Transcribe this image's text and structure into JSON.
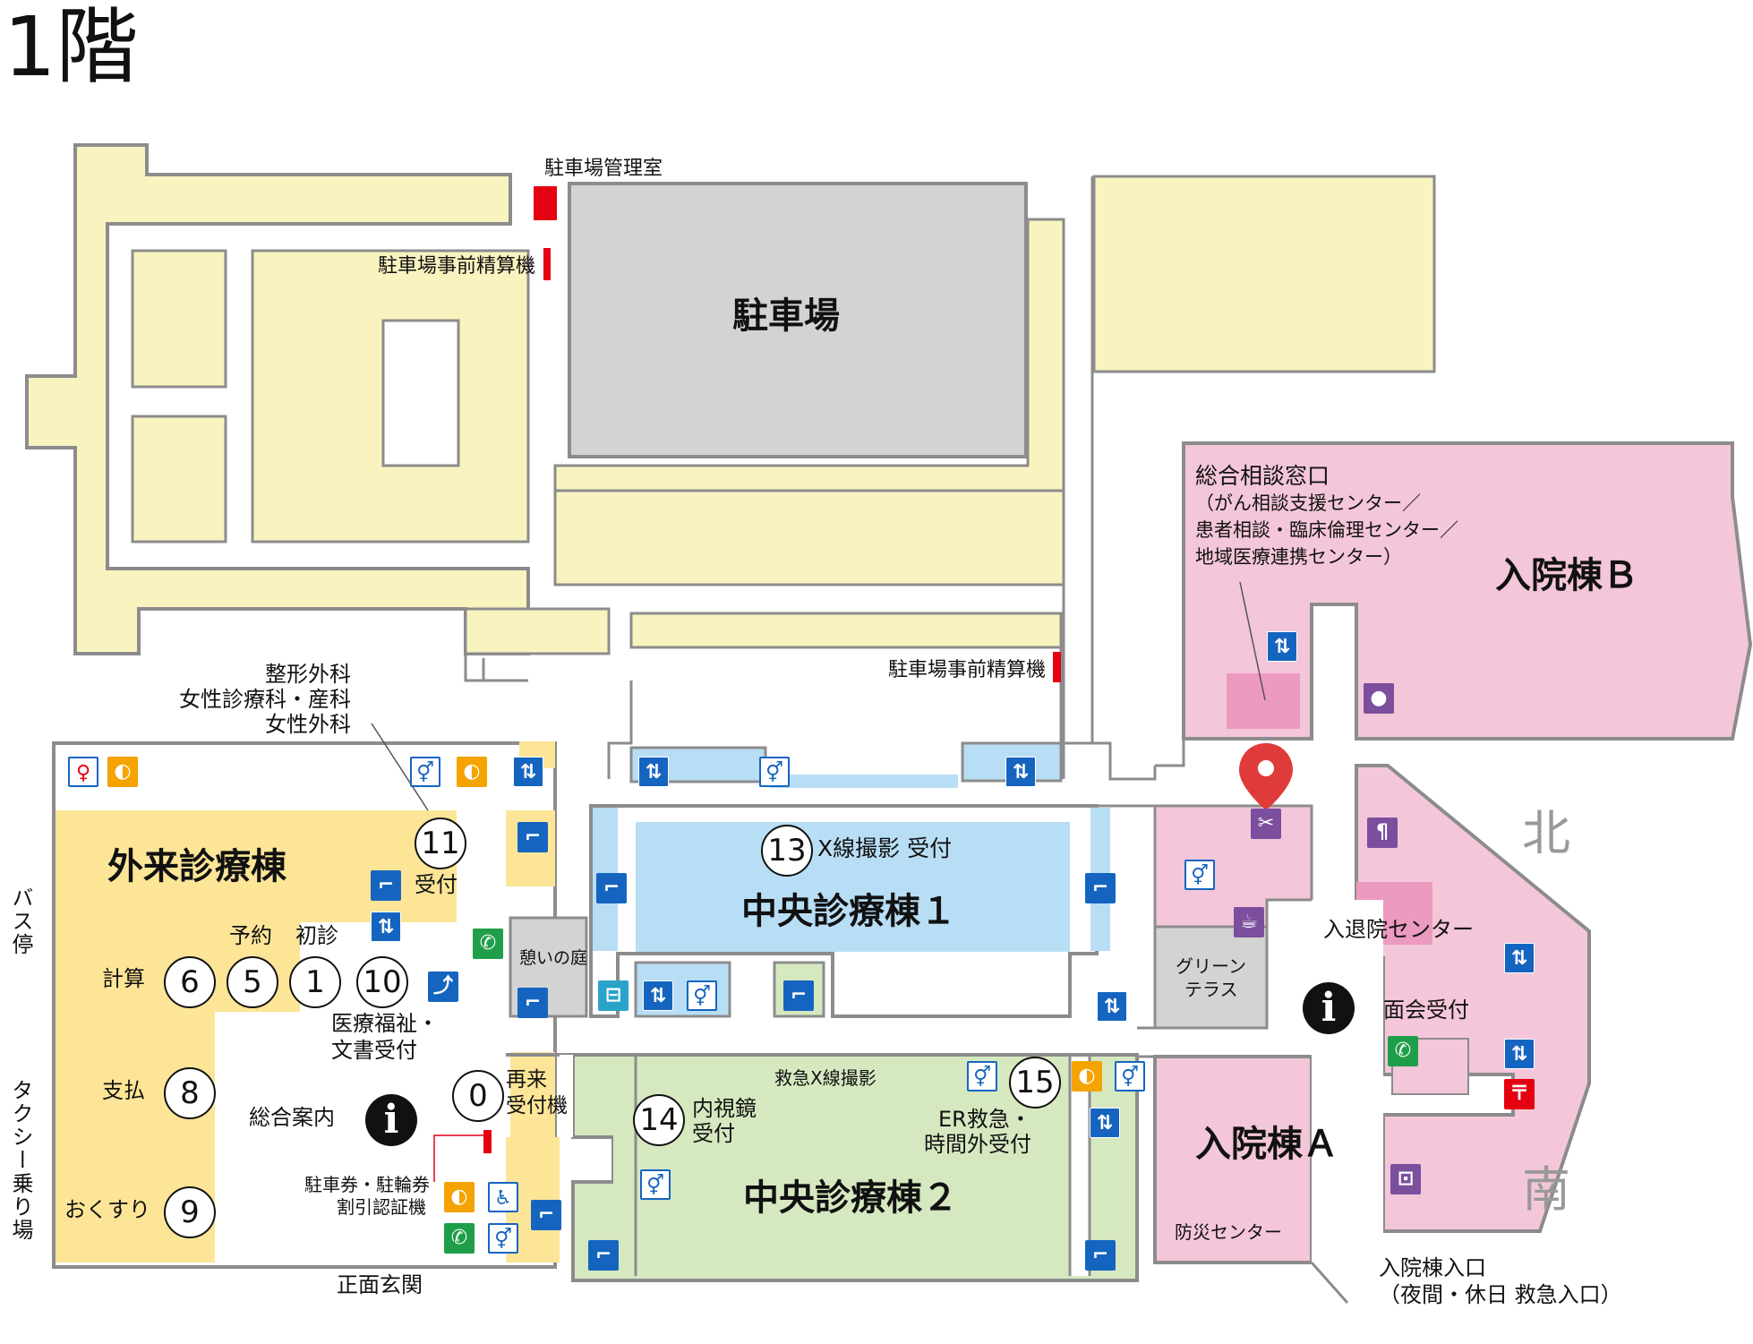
{
  "floor_title": "1階",
  "directions": {
    "north": "北",
    "south": "南"
  },
  "buildings": {
    "parking": "駐車場",
    "ward_b": "入院棟Ｂ",
    "ward_a": "入院棟Ａ",
    "outpatient": "外来診療棟",
    "central1": "中央診療棟１",
    "central2": "中央診療棟２"
  },
  "labels": {
    "parking_office": "駐車場管理室",
    "prepay_machine_1": "駐車場事前精算機",
    "prepay_machine_2": "駐車場事前精算機",
    "consult_title": "総合相談窓口",
    "consult_line1": "（がん相談支援センター／",
    "consult_line2": "患者相談・臨床倫理センター／",
    "consult_line3": "地域医療連携センター）",
    "ortho_1": "整形外科",
    "ortho_2": "女性診療科・産科",
    "ortho_3": "女性外科",
    "reception": "受付",
    "xray_reception": "X線撮影 受付",
    "reservation": "予約",
    "first_visit": "初診",
    "calc": "計算",
    "pay": "支払",
    "medicine": "おくすり",
    "welfare_1": "医療福祉・",
    "welfare_2": "文書受付",
    "general_info": "総合案内",
    "rest_garden": "憩いの庭",
    "green_terrace_1": "グリーン",
    "green_terrace_2": "テラス",
    "admission_center": "入退院センター",
    "visitor_reception": "面会受付",
    "revisit_1": "再来",
    "revisit_2": "受付機",
    "endoscopy_1": "内視鏡",
    "endoscopy_2": "受付",
    "emergency_xray": "救急X線撮影",
    "er_1": "ER救急・",
    "er_2": "時間外受付",
    "parking_validation_1": "駐車券・駐輪券",
    "parking_validation_2": "割引認証機",
    "disaster_center": "防災センター",
    "main_entrance": "正面玄関",
    "ward_entrance_1": "入院棟入口",
    "ward_entrance_2": "（夜間・休日 救急入口）",
    "bus_stop": "バス停",
    "taxi": "タクシー乗り場"
  },
  "numbers": {
    "n0": "0",
    "n1": "1",
    "n5": "5",
    "n6": "6",
    "n8": "8",
    "n9": "9",
    "n10": "10",
    "n11": "11",
    "n13": "13",
    "n14": "14",
    "n15": "15"
  },
  "colors": {
    "parking_area": "#f9f3c0",
    "outpatient": "#fce597",
    "central1": "#b8def5",
    "central2": "#d6e8c0",
    "ward": "#f4c6d9",
    "building_grey": "#d3d3d3",
    "wall": "#8c8c8c",
    "accent_red": "#e50012",
    "sign_blue": "#1565c0"
  }
}
